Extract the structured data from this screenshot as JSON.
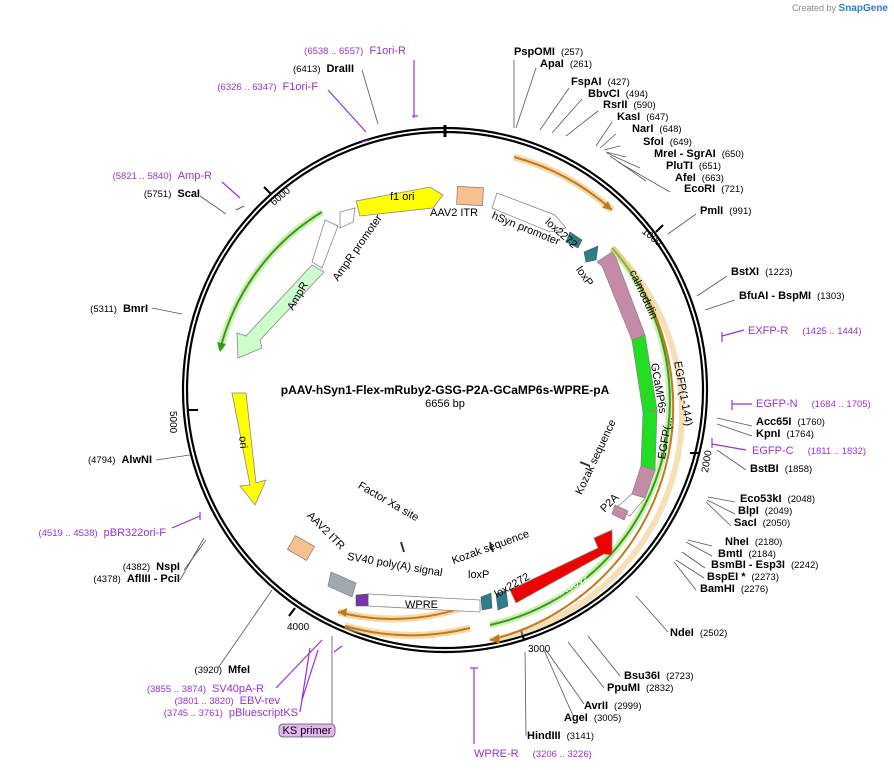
{
  "credit": {
    "prefix": "Created by",
    "brand": "SnapGene"
  },
  "plasmid": {
    "name": "pAAV-hSyn1-Flex-mRuby2-GSG-P2A-GCaMP6s-WPRE-pA",
    "size_label": "6656 bp",
    "length": 6656
  },
  "ticks": [
    "1000",
    "2000",
    "3000",
    "4000",
    "5000",
    "6000"
  ],
  "sites": [
    {
      "name": "PspOMI",
      "pos": "(257)"
    },
    {
      "name": "ApaI",
      "pos": "(261)"
    },
    {
      "name": "FspAI",
      "pos": "(427)"
    },
    {
      "name": "BbvCI",
      "pos": "(494)"
    },
    {
      "name": "RsrII",
      "pos": "(590)"
    },
    {
      "name": "KasI",
      "pos": "(647)"
    },
    {
      "name": "NarI",
      "pos": "(648)"
    },
    {
      "name": "SfoI",
      "pos": "(649)"
    },
    {
      "name": "MreI - SgrAI",
      "pos": "(650)"
    },
    {
      "name": "PluTI",
      "pos": "(651)"
    },
    {
      "name": "AfeI",
      "pos": "(663)"
    },
    {
      "name": "EcoRI",
      "pos": "(721)"
    },
    {
      "name": "PmlI",
      "pos": "(991)"
    },
    {
      "name": "BstXI",
      "pos": "(1223)"
    },
    {
      "name": "BfuAI - BspMI",
      "pos": "(1303)"
    },
    {
      "name": "Acc65I",
      "pos": "(1760)"
    },
    {
      "name": "KpnI",
      "pos": "(1764)"
    },
    {
      "name": "BstBI",
      "pos": "(1858)"
    },
    {
      "name": "Eco53kI",
      "pos": "(2048)"
    },
    {
      "name": "BlpI",
      "pos": "(2049)"
    },
    {
      "name": "SacI",
      "pos": "(2050)"
    },
    {
      "name": "NheI",
      "pos": "(2180)"
    },
    {
      "name": "BmtI",
      "pos": "(2184)"
    },
    {
      "name": "BsmBI - Esp3I",
      "pos": "(2242)"
    },
    {
      "name": "BspEI *",
      "pos": "(2273)"
    },
    {
      "name": "BamHI",
      "pos": "(2276)"
    },
    {
      "name": "NdeI",
      "pos": "(2502)"
    },
    {
      "name": "Bsu36I",
      "pos": "(2723)"
    },
    {
      "name": "PpuMI",
      "pos": "(2832)"
    },
    {
      "name": "AvrII",
      "pos": "(2999)"
    },
    {
      "name": "AgeI",
      "pos": "(3005)"
    },
    {
      "name": "HindIII",
      "pos": "(3141)"
    },
    {
      "name": "MfeI",
      "pos": "(3920)"
    },
    {
      "name": "NspI",
      "pos": "(4382)"
    },
    {
      "name": "AflIII - PciI",
      "pos": "(4378)"
    },
    {
      "name": "AlwNI",
      "pos": "(4794)"
    },
    {
      "name": "BmrI",
      "pos": "(5311)"
    },
    {
      "name": "ScaI",
      "pos": "(5751)"
    },
    {
      "name": "DraIII",
      "pos": "(6413)"
    }
  ],
  "primers": [
    {
      "name": "F1ori-R",
      "range": "(6538 .. 6557)"
    },
    {
      "name": "F1ori-F",
      "range": "(6326 .. 6347)"
    },
    {
      "name": "Amp-R",
      "range": "(5821 .. 5840)"
    },
    {
      "name": "EXFP-R",
      "range": "(1425 .. 1444)"
    },
    {
      "name": "EGFP-N",
      "range": "(1684 .. 1705)"
    },
    {
      "name": "EGFP-C",
      "range": "(1811 .. 1832)"
    },
    {
      "name": "pBR322ori-F",
      "range": "(4519 .. 4538)"
    },
    {
      "name": "SV40pA-R",
      "range": "(3855 .. 3874)"
    },
    {
      "name": "EBV-rev",
      "range": "(3801 .. 3820)"
    },
    {
      "name": "pBluescriptKS",
      "range": "(3745 .. 3761)"
    },
    {
      "name": "WPRE-R",
      "range": "(3206 .. 3226)"
    },
    {
      "name": "KS primer",
      "range": ""
    }
  ],
  "features": {
    "f1ori": "f1 ori",
    "aav2_itr_top": "AAV2 ITR",
    "hsyn_promoter": "hSyn promoter",
    "lox2272_top": "lox2272",
    "loxp_top": "loxP",
    "ampr_promoter": "AmpR promoter",
    "ampr": "AmpR",
    "ori": "ori",
    "calmodulin": "calmodulin",
    "egfp1": "EGFP(1-144)",
    "egfp2": "EGFP(...",
    "gcamp6s": "GCaMP6s",
    "kozak1": "Kozak sequence",
    "p2a": "P2A",
    "mruby2": "mRuby2",
    "kozak2": "Kozak sequence",
    "factor_xa": "Factor Xa site",
    "aav2_itr_bottom": "AAV2 ITR",
    "sv40": "SV40 poly(A) signal",
    "wpre": "WPRE",
    "loxp_bottom": "loxP",
    "lox2272_bottom": "lox2272"
  },
  "colors": {
    "backbone": "#000000",
    "f1ori": "#ffff00",
    "aav2_itr": "#f9c08f",
    "promoter": "#ffffff",
    "lox": "#2e7d8c",
    "ampr": "#ccffcc",
    "ori": "#ffff00",
    "calmodulin": "#c48aa8",
    "egfp": "#22dd22",
    "p2a": "#c48aa8",
    "mruby2": "#ee0000",
    "sv40": "#a0a8b0",
    "primer": "#9933cc",
    "orf_orange": "#e8a040",
    "orf_green": "#7ad04a"
  }
}
